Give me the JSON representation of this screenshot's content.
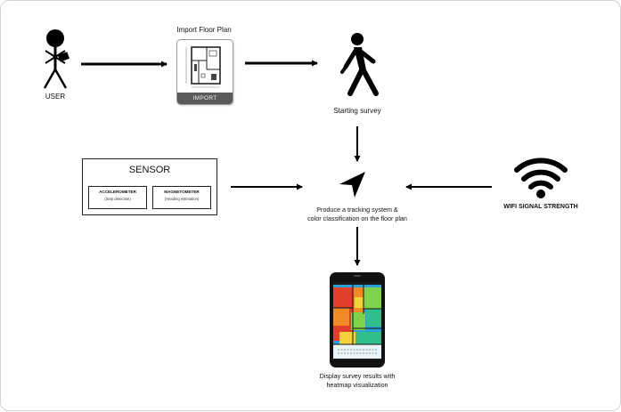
{
  "nodes": {
    "user": {
      "label": "USER"
    },
    "import_floor_plan": {
      "title": "Import Floor Plan",
      "button_label": "IMPORT"
    },
    "starting_survey": {
      "label": "Starting survey"
    },
    "sensor": {
      "title": "SENSOR",
      "accelerometer": {
        "name": "ACCELEROMETER",
        "desc": "(Step detection)"
      },
      "magnetometer": {
        "name": "MAGNETOMETER",
        "desc": "(Heading estimation)"
      }
    },
    "tracking": {
      "label_line1": "Produce a tracking system &",
      "label_line2": "color classification on the floor plan"
    },
    "wifi": {
      "label": "WIFI SIGNAL STRENGTH"
    },
    "display": {
      "label_line1": "Display survey results with",
      "label_line2": "heatmap visualization"
    }
  },
  "icons": {
    "user": "stick-figure-icon",
    "floor_plan": "floor-plan-icon",
    "survey": "walking-person-icon",
    "tracking": "navigation-arrow-icon",
    "wifi": "wifi-icon",
    "phone": "smartphone-heatmap-icon"
  },
  "colors": {
    "arrow": "#000000",
    "import_bar": "#5a5a5a",
    "heatmap": [
      "#e0402a",
      "#f08a24",
      "#f4d23a",
      "#7ed34a",
      "#2fbf8a",
      "#2a9fd8"
    ]
  }
}
